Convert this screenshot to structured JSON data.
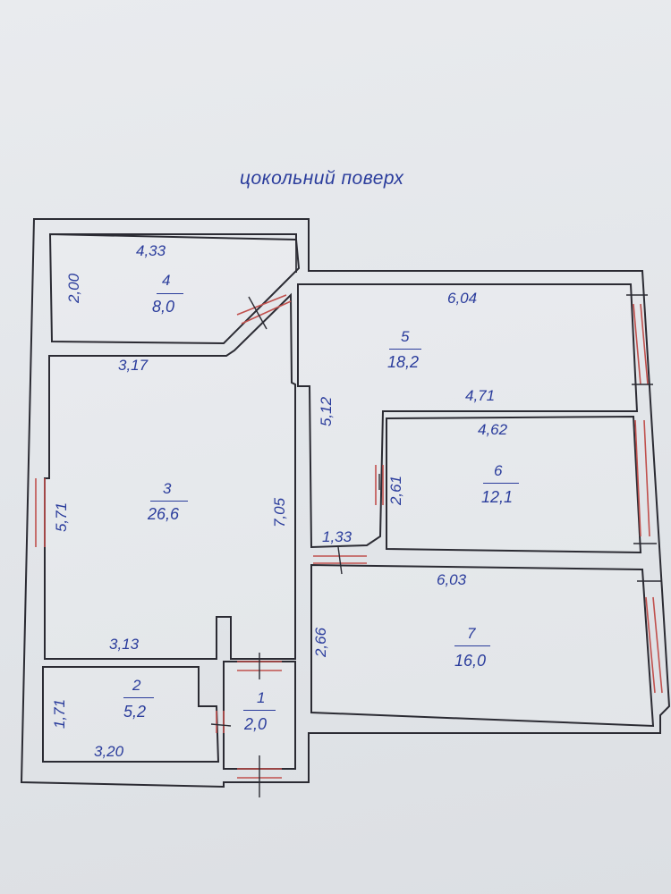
{
  "title": "цокольний поверх",
  "rooms": [
    {
      "number": "1",
      "area": "2,0"
    },
    {
      "number": "2",
      "area": "5,2"
    },
    {
      "number": "3",
      "area": "26,6"
    },
    {
      "number": "4",
      "area": "8,0"
    },
    {
      "number": "5",
      "area": "18,2"
    },
    {
      "number": "6",
      "area": "12,1"
    },
    {
      "number": "7",
      "area": "16,0"
    }
  ],
  "dimensions": {
    "r4_width": "4,33",
    "r4_height": "2,00",
    "r5_width": "6,04",
    "r5_inner": "4,71",
    "r5_height": "5,12",
    "r3_top": "3,17",
    "r3_height": "7,05",
    "r3_left": "5,71",
    "r3_bottom": "3,13",
    "r6_width": "4,62",
    "r6_height": "2,61",
    "corridor": "1,33",
    "r7_width": "6,03",
    "r7_height": "2,66",
    "r2_height": "1,71",
    "r2_width": "3,20"
  },
  "colors": {
    "ink": "#2a3c9c",
    "wall": "#2b2b33",
    "opening": "#c0504d",
    "paper": "#e6e8eb"
  }
}
